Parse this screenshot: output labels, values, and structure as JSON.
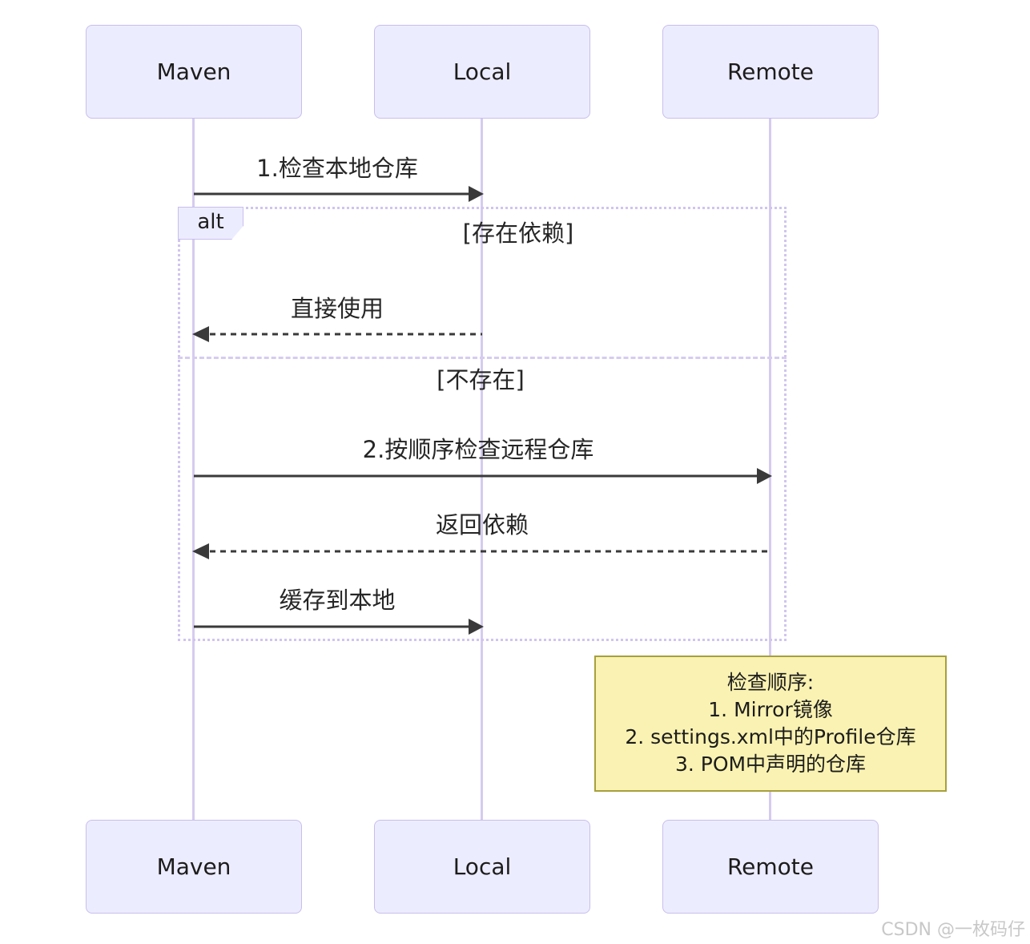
{
  "actors": [
    {
      "name": "Maven"
    },
    {
      "name": "Local"
    },
    {
      "name": "Remote"
    }
  ],
  "messages": {
    "check_local": "1.检查本地仓库",
    "use_direct": "直接使用",
    "check_remote": "2.按顺序检查远程仓库",
    "return_dep": "返回依赖",
    "cache_local": "缓存到本地"
  },
  "alt": {
    "label": "alt",
    "condition_exists": "[存在依赖]",
    "condition_missing": "[不存在]"
  },
  "note": {
    "line1": "检查顺序:",
    "line2": "1. Mirror镜像",
    "line3": "2. settings.xml中的Profile仓库",
    "line4": "3. POM中声明的仓库"
  },
  "watermark": {
    "text": "CSDN @一枚码仔"
  },
  "colors": {
    "actor_fill": "#ECECFF",
    "actor_border": "#C9BEEC",
    "lifeline": "#D5CBEF",
    "frame_border": "#D0C5EE",
    "arrow": "#3A3A3A",
    "note_fill": "#FAF2B2",
    "note_border": "#A6A03E",
    "watermark_text": "#C8C8C8"
  }
}
